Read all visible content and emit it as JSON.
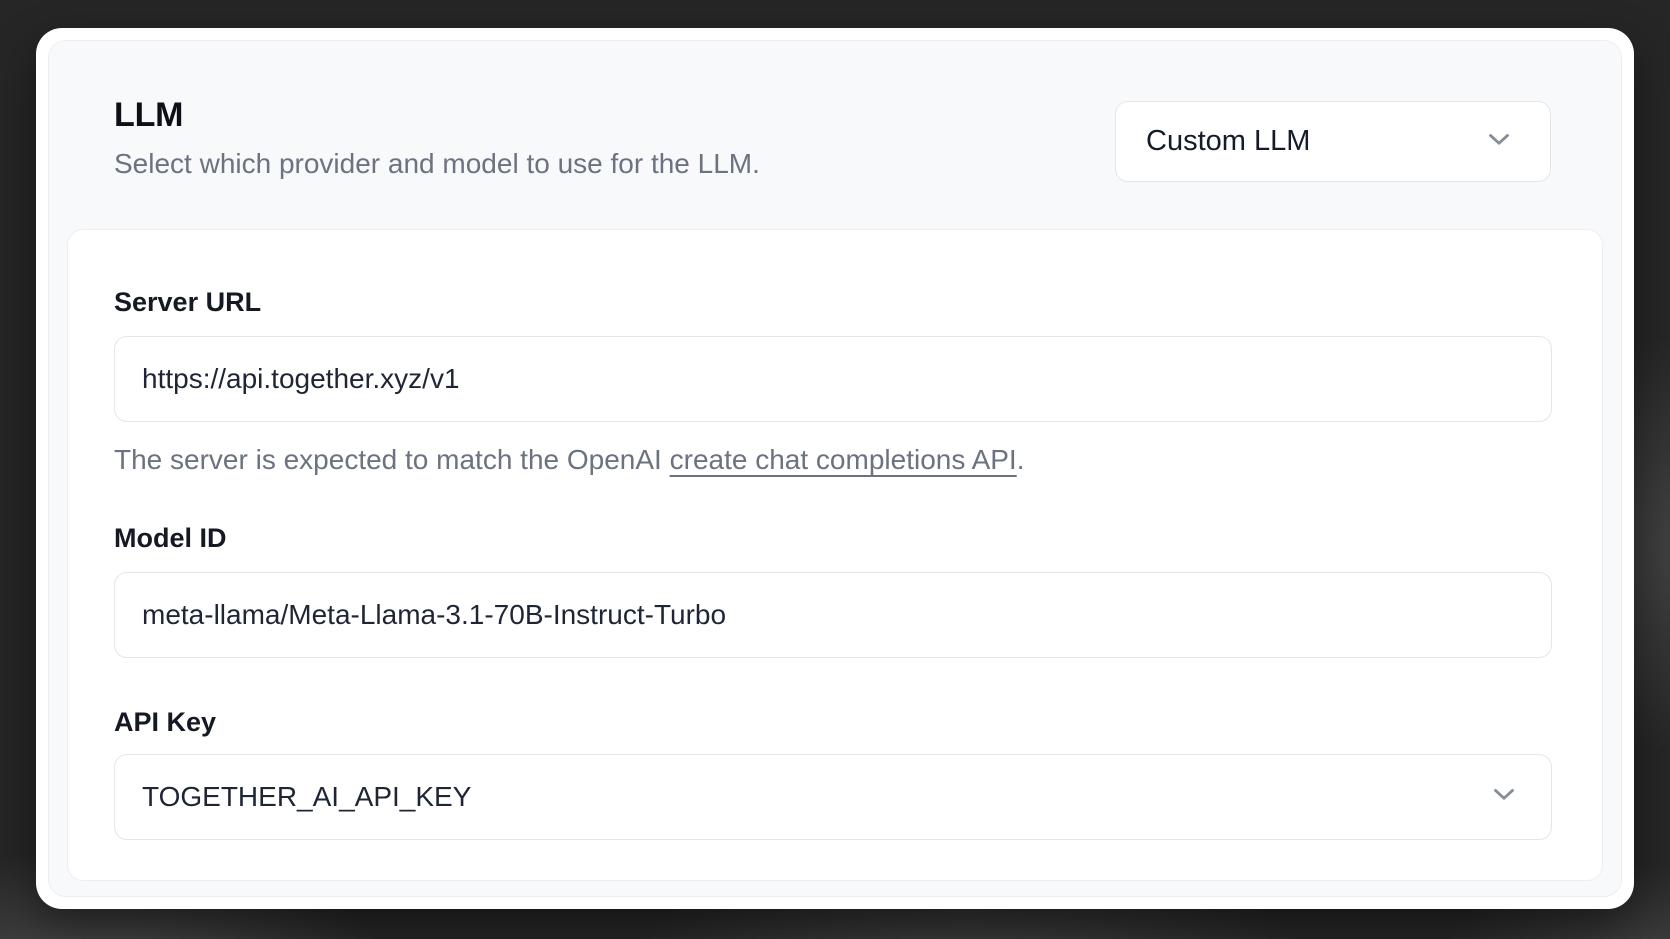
{
  "section": {
    "title": "LLM",
    "description": "Select which provider and model to use for the LLM.",
    "provider_select": {
      "value": "Custom LLM",
      "icon": "chevron-down"
    }
  },
  "fields": {
    "server_url": {
      "label": "Server URL",
      "value": "https://api.together.xyz/v1",
      "helper_prefix": "The server is expected to match the OpenAI ",
      "helper_link": "create chat completions API",
      "helper_suffix": "."
    },
    "model_id": {
      "label": "Model ID",
      "value": "meta-llama/Meta-Llama-3.1-70B-Instruct-Turbo"
    },
    "api_key": {
      "label": "API Key",
      "value": "TOGETHER_AI_API_KEY",
      "icon": "chevron-down"
    }
  },
  "colors": {
    "page_background": "#262626",
    "panel_background": "#ffffff",
    "section_background": "#f8f9fb",
    "border": "#e4e6eb",
    "title_text": "#0d1117",
    "value_text": "#1e2636",
    "muted_text": "#6b7280",
    "chevron": "#868d99"
  }
}
